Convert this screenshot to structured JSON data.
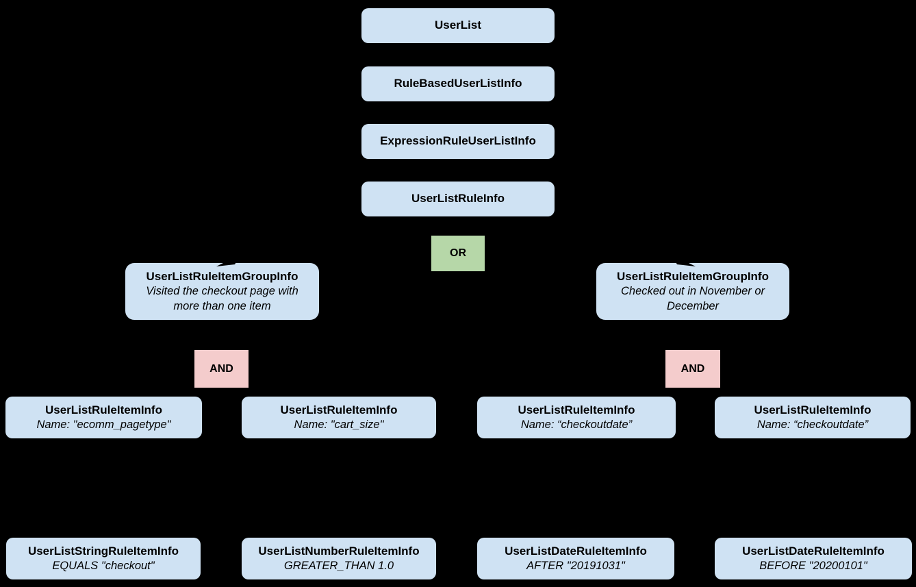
{
  "canvas": {
    "background": "#000000"
  },
  "colors": {
    "node_fill": "#cfe2f3",
    "or_fill": "#b6d7a8",
    "and_fill": "#f4cccc",
    "text": "#000000",
    "connector": "#000000"
  },
  "diagram": {
    "chain": [
      {
        "label": "UserList"
      },
      {
        "label": "RuleBasedUserListInfo"
      },
      {
        "label": "ExpressionRuleUserListInfo"
      },
      {
        "label": "UserListRuleInfo"
      }
    ],
    "or_label": "OR",
    "groups": [
      {
        "title": "UserListRuleItemGroupInfo",
        "description": "Visited the checkout page with more than one item",
        "operator": "AND",
        "items": [
          {
            "title": "UserListRuleItemInfo",
            "subtitle": "Name: \"ecomm_pagetype\"",
            "child": {
              "title": "UserListStringRuleItemInfo",
              "subtitle": "EQUALS \"checkout\""
            }
          },
          {
            "title": "UserListRuleItemInfo",
            "subtitle": "Name: \"cart_size\"",
            "child": {
              "title": "UserListNumberRuleItemInfo",
              "subtitle": "GREATER_THAN 1.0"
            }
          }
        ]
      },
      {
        "title": "UserListRuleItemGroupInfo",
        "description": "Checked out in November or December",
        "operator": "AND",
        "items": [
          {
            "title": "UserListRuleItemInfo",
            "subtitle": "Name: “checkoutdate”",
            "child": {
              "title": "UserListDateRuleItemInfo",
              "subtitle": "AFTER \"20191031\""
            }
          },
          {
            "title": "UserListRuleItemInfo",
            "subtitle": "Name: “checkoutdate”",
            "child": {
              "title": "UserListDateRuleItemInfo",
              "subtitle": "BEFORE \"20200101\""
            }
          }
        ]
      }
    ]
  }
}
